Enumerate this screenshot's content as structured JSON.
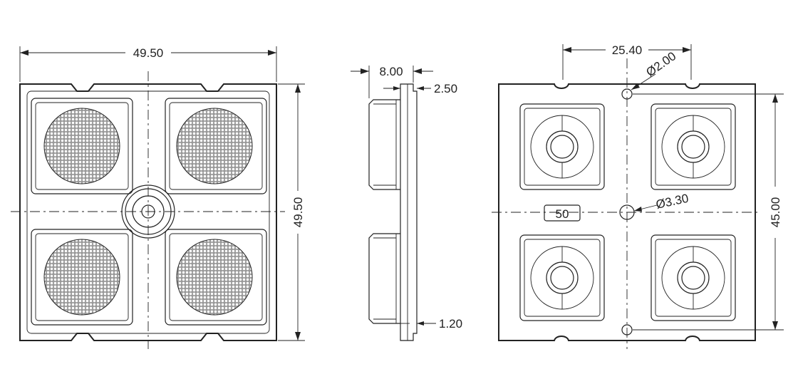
{
  "drawing": {
    "front_view": {
      "width_dim": "49.50",
      "height_dim": "49.50"
    },
    "side_view": {
      "thickness_dim": "8.00",
      "flange_dim": "2.50",
      "base_dim": "1.20"
    },
    "back_view": {
      "hole_spacing_dim": "25.40",
      "small_hole_dim": "Ø2.00",
      "center_hole_dim": "Ø3.30",
      "height_dim": "45.00",
      "part_label": "50"
    }
  }
}
